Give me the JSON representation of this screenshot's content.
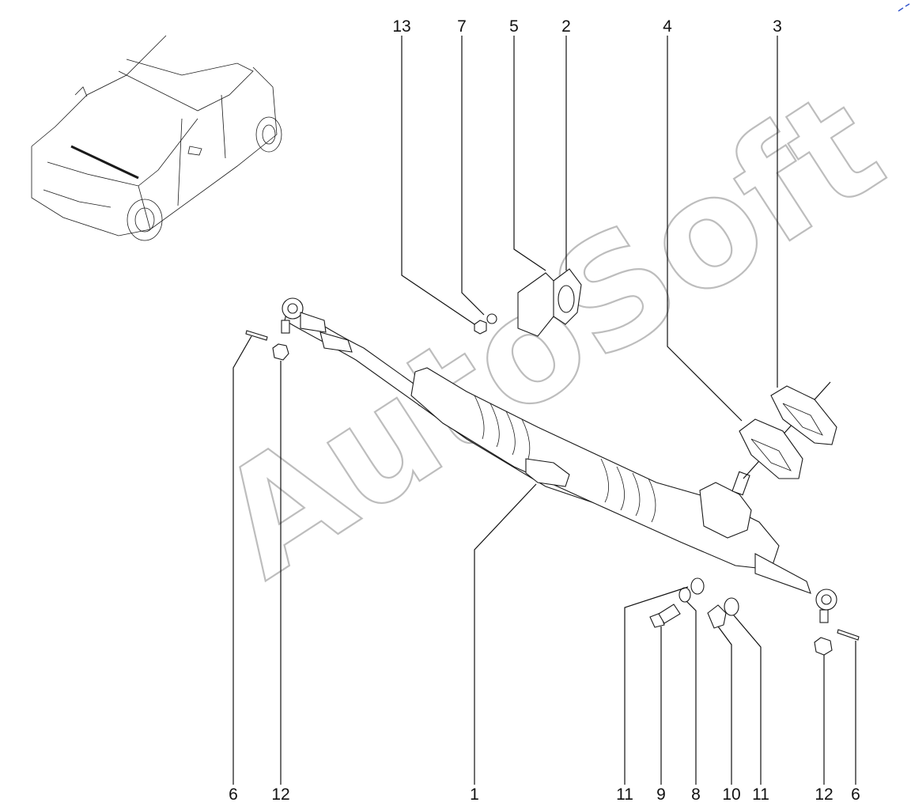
{
  "watermark": "AutoSoft",
  "callouts": {
    "top": [
      "13",
      "7",
      "5",
      "2",
      "4",
      "3"
    ],
    "bottom": [
      "6",
      "12",
      "1",
      "11",
      "9",
      "8",
      "10",
      "11",
      "12",
      "6"
    ]
  }
}
